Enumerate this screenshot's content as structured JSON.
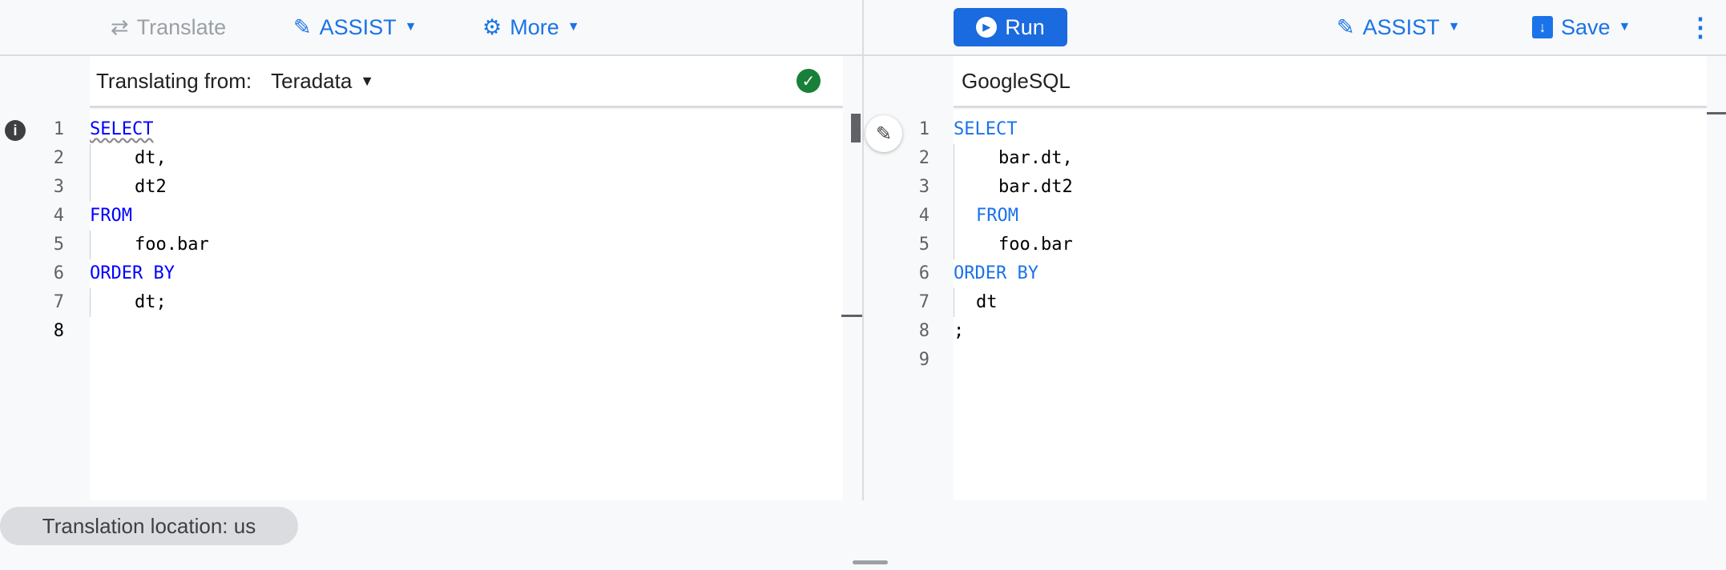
{
  "left_toolbar": {
    "translate": "Translate",
    "assist": "ASSIST",
    "more": "More"
  },
  "right_toolbar": {
    "run": "Run",
    "assist": "ASSIST",
    "save": "Save"
  },
  "left_header": {
    "label": "Translating from:",
    "dialect": "Teradata",
    "status_icon": "check-circle-icon",
    "status_color": "#188038"
  },
  "right_header": {
    "dialect": "GoogleSQL"
  },
  "left_code": {
    "lines": [
      {
        "n": "1",
        "kw": "SELECT",
        "text": "",
        "indent": 0
      },
      {
        "n": "2",
        "kw": "",
        "text": "dt,",
        "indent": 2
      },
      {
        "n": "3",
        "kw": "",
        "text": "dt2",
        "indent": 2
      },
      {
        "n": "4",
        "kw": "FROM",
        "text": "",
        "indent": 0
      },
      {
        "n": "5",
        "kw": "",
        "text": "foo.bar",
        "indent": 2
      },
      {
        "n": "6",
        "kw": "ORDER BY",
        "text": "",
        "indent": 0
      },
      {
        "n": "7",
        "kw": "",
        "text": "dt;",
        "indent": 2
      },
      {
        "n": "8",
        "kw": "",
        "text": "",
        "indent": 0
      }
    ]
  },
  "right_code": {
    "lines": [
      {
        "n": "1",
        "kw": "SELECT",
        "text": "",
        "indent": 0
      },
      {
        "n": "2",
        "kw": "",
        "text": "bar.dt,",
        "indent": 2
      },
      {
        "n": "3",
        "kw": "",
        "text": "bar.dt2",
        "indent": 2
      },
      {
        "n": "4",
        "kw": "FROM",
        "text": "",
        "indent": 1
      },
      {
        "n": "5",
        "kw": "",
        "text": "foo.bar",
        "indent": 2
      },
      {
        "n": "6",
        "kw": "ORDER BY",
        "text": "",
        "indent": 0
      },
      {
        "n": "7",
        "kw": "",
        "text": "dt",
        "indent": 1
      },
      {
        "n": "8",
        "kw": "",
        "text": ";",
        "indent": 0
      },
      {
        "n": "9",
        "kw": "",
        "text": "",
        "indent": 0
      }
    ]
  },
  "footer": {
    "location": "Translation location: us"
  },
  "colors": {
    "accent": "#1a73e8",
    "keyword_left": "#0000ff",
    "keyword_right": "#1a73e8"
  }
}
